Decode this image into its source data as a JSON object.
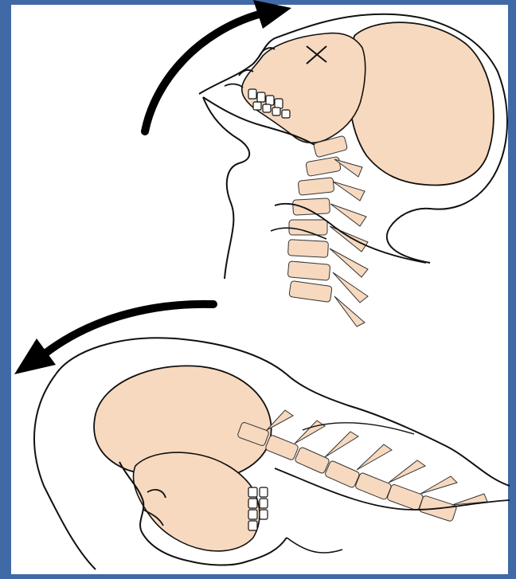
{
  "figure": {
    "panels": [
      {
        "id": "extension",
        "arrow": "curved-arrow-up-right"
      },
      {
        "id": "flexion",
        "arrow": "curved-arrow-left"
      }
    ],
    "colors": {
      "border": "#3f6aa6",
      "bone": "#f7d9bf",
      "line": "#111111",
      "arrow": "#000000",
      "background": "#ffffff"
    }
  }
}
